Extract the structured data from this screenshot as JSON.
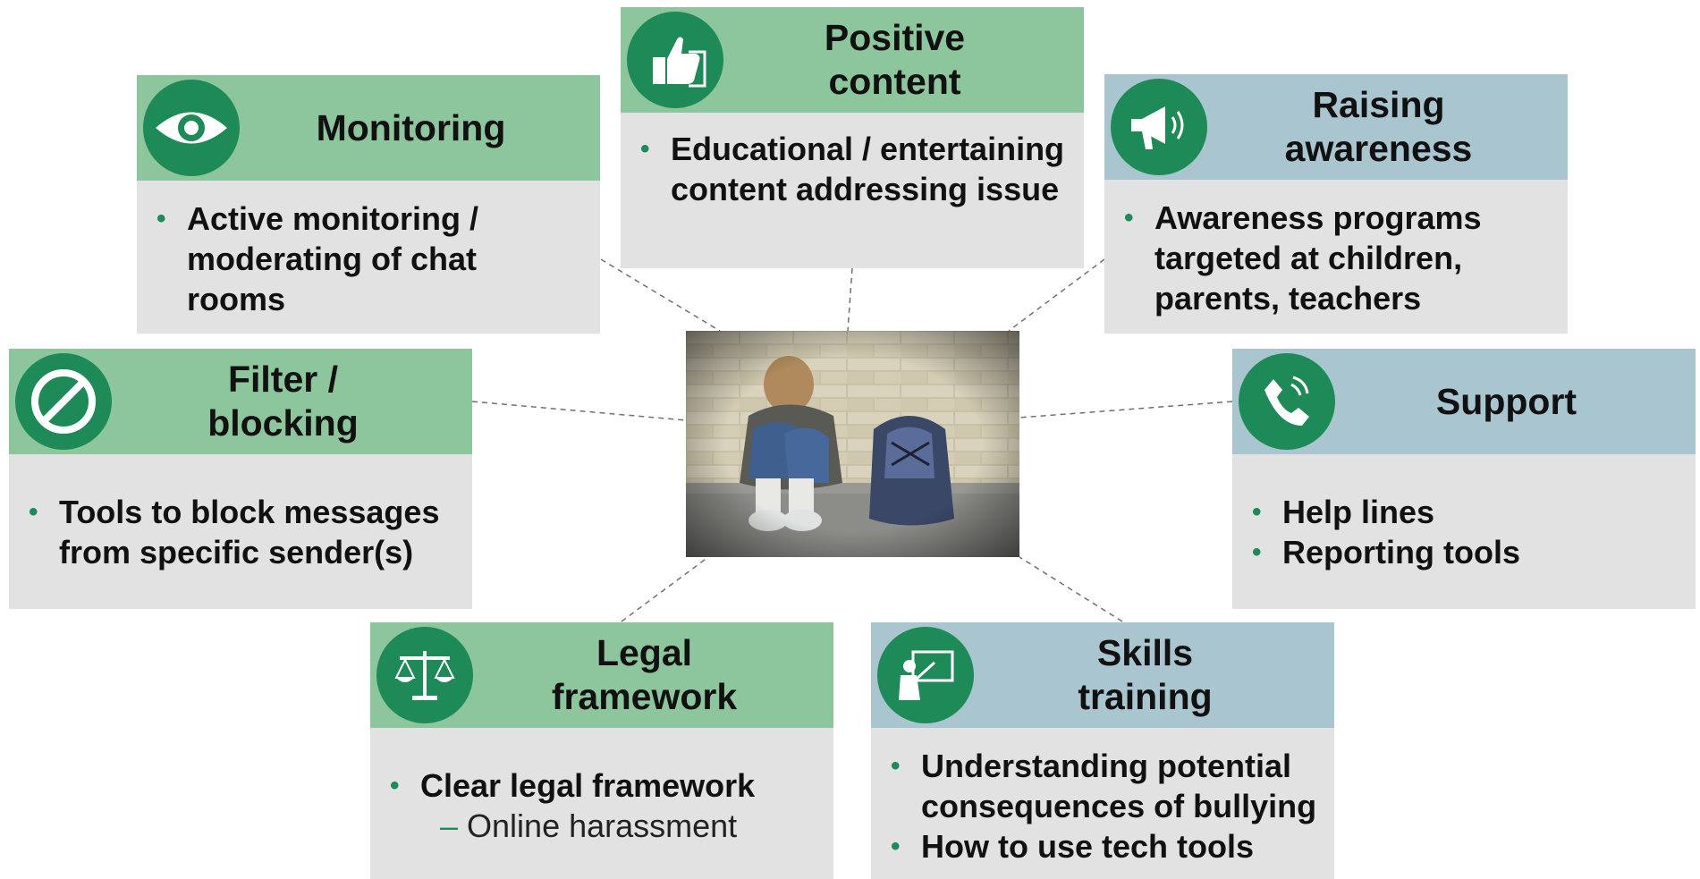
{
  "center_image": {
    "description_icon": "sad-child-with-backpack-photo"
  },
  "cards": {
    "monitoring": {
      "title": "Monitoring",
      "icon": "eye-icon",
      "bullets": [
        "Active monitoring / moderating of chat rooms"
      ]
    },
    "positive_content": {
      "title": "Positive\ncontent",
      "icon": "thumbs-up-icon",
      "bullets": [
        "Educational / entertaining content addressing issue"
      ]
    },
    "raising_awareness": {
      "title": "Raising\nawareness",
      "icon": "megaphone-icon",
      "bullets": [
        "Awareness programs targeted at children, parents, teachers"
      ]
    },
    "filter_blocking": {
      "title": "Filter /\nblocking",
      "icon": "prohibited-icon",
      "bullets": [
        "Tools to block messages from specific sender(s)"
      ]
    },
    "support": {
      "title": "Support",
      "icon": "phone-icon",
      "bullets": [
        "Help lines",
        "Reporting tools"
      ]
    },
    "legal_framework": {
      "title": "Legal\nframework",
      "icon": "scales-icon",
      "bullets": [
        "Clear legal framework"
      ],
      "sub_items": [
        "Online harassment"
      ]
    },
    "skills_training": {
      "title": "Skills\ntraining",
      "icon": "teacher-board-icon",
      "bullets": [
        "Understanding potential consequences of bullying",
        "How to use tech tools"
      ]
    }
  },
  "colors": {
    "green_header": "#8dc59c",
    "blue_header": "#a9c5cf",
    "icon_circle": "#1d8a58",
    "body_bg": "#e2e2e2",
    "connector": "#707070"
  }
}
